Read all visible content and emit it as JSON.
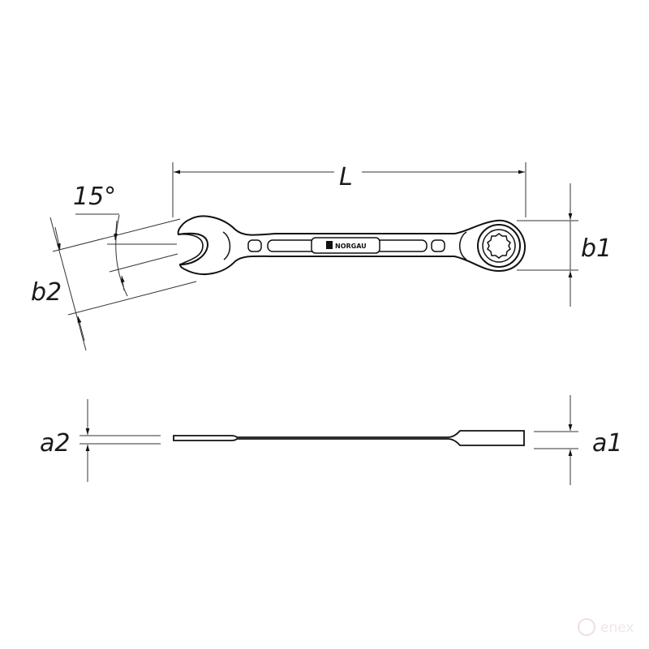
{
  "diagram": {
    "subject": "ratcheting combination wrench",
    "brand_label": "NORGAU",
    "colors": {
      "line": "#111111",
      "dim_line": "#333333",
      "background": "#ffffff",
      "watermark": "#f0e4e4"
    },
    "dimensions": {
      "length": "L",
      "angle": "15°",
      "box_end_width": "b1",
      "open_end_width": "b2",
      "box_end_thickness": "a1",
      "open_end_thickness": "a2"
    },
    "views": [
      "top-view",
      "side-view"
    ]
  },
  "watermark": {
    "text": "enex"
  }
}
